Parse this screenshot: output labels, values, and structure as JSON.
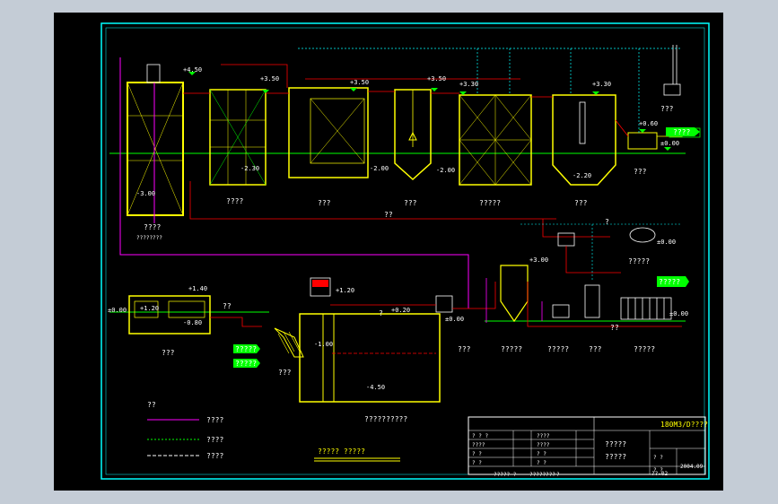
{
  "drawing": {
    "title_main": "????? ?????",
    "top_labels": {
      "t1_name": "????",
      "t1_sub": "????????",
      "t2": "????",
      "t3": "???",
      "t4": "???",
      "t5": "?????",
      "t6": "???",
      "outfall": "???",
      "pipe_center": "??",
      "arrow_out": "????",
      "outlet_box": "???"
    },
    "bottom_labels": {
      "b1": "???",
      "b2": "??",
      "b3": "??????????",
      "b4": "???",
      "b5": "?????",
      "b6": "?????",
      "b7": "???",
      "b8": "?????",
      "blower": "?????",
      "tag_a": "?????",
      "tag_b": "?????",
      "tag_c": "?????",
      "pipe_b": "??",
      "q1": "?",
      "q2": "?"
    },
    "elevations": {
      "e1": "+4.50",
      "e2": "+3.50",
      "e3": "+3.50",
      "e4": "+3.50",
      "e5": "+3.30",
      "e6": "+3.30",
      "e7": "+0.60",
      "e8": "±0.00",
      "e9": "-3.00",
      "e10": "-2.30",
      "e11": "-2.00",
      "e12": "-2.00",
      "e13": "-2.20",
      "e14": "+1.40",
      "e15": "±0.00",
      "e16": "+1.20",
      "e17": "-0.80",
      "e18": "+1.20",
      "e19": "+0.20",
      "e20": "-4.50",
      "e21": "+3.00",
      "e22": "±0.00",
      "e23": "±0.00",
      "e24": "-1.00",
      "e25": "±0.00"
    },
    "legend": {
      "heading": "??",
      "items": [
        {
          "label": "????",
          "color": "#ff00ff"
        },
        {
          "label": "????",
          "color": "#00ff00"
        },
        {
          "label": "????",
          "color": "#ffffff"
        }
      ]
    },
    "title_block": {
      "project": "180M3/D????",
      "row1a": "? ? ?",
      "row1b": "????",
      "row2a": "????",
      "row2b": "????",
      "row3a": "? ?",
      "row3b": "? ?",
      "row4a": "? ?",
      "row4b": "? ?",
      "center1": "?????",
      "center2": "?????",
      "scale_label": "? ?",
      "scale_val": "? ?",
      "date_label": "2004.09",
      "drawing_no": "??-02",
      "footer_a": "????? ?",
      "footer_b": "????????",
      "footer_c": "?"
    }
  },
  "colors": {
    "sheet": "#000000",
    "frame": "#00ffff",
    "tank": "#ffff00",
    "sludge": "#ff00ff",
    "water": "#ff0000",
    "air": "#00ffff",
    "ground": "#00ff00",
    "equipment": "#ffffff"
  }
}
